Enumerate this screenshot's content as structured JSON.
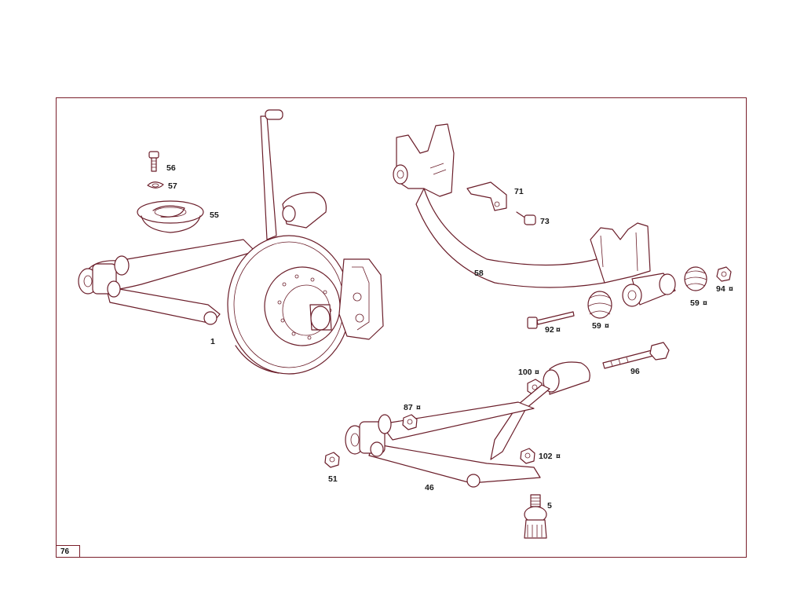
{
  "page": {
    "number": "76"
  },
  "parts": [
    {
      "key": "p56",
      "label": "56"
    },
    {
      "key": "p57",
      "label": "57"
    },
    {
      "key": "p55",
      "label": "55"
    },
    {
      "key": "p1",
      "label": "1"
    },
    {
      "key": "p71",
      "label": "71"
    },
    {
      "key": "p73",
      "label": "73"
    },
    {
      "key": "p58",
      "label": "58"
    },
    {
      "key": "p59a",
      "label": "59"
    },
    {
      "key": "p94",
      "label": "94"
    },
    {
      "key": "p92",
      "label": "92"
    },
    {
      "key": "p59b",
      "label": "59"
    },
    {
      "key": "p100",
      "label": "100"
    },
    {
      "key": "p96",
      "label": "96"
    },
    {
      "key": "p87",
      "label": "87"
    },
    {
      "key": "p102",
      "label": "102"
    },
    {
      "key": "p51",
      "label": "51"
    },
    {
      "key": "p46",
      "label": "46"
    },
    {
      "key": "p5",
      "label": "5"
    }
  ],
  "style": {
    "line_color": "#6b1e2a",
    "frame_color": "#7a1f2b"
  }
}
